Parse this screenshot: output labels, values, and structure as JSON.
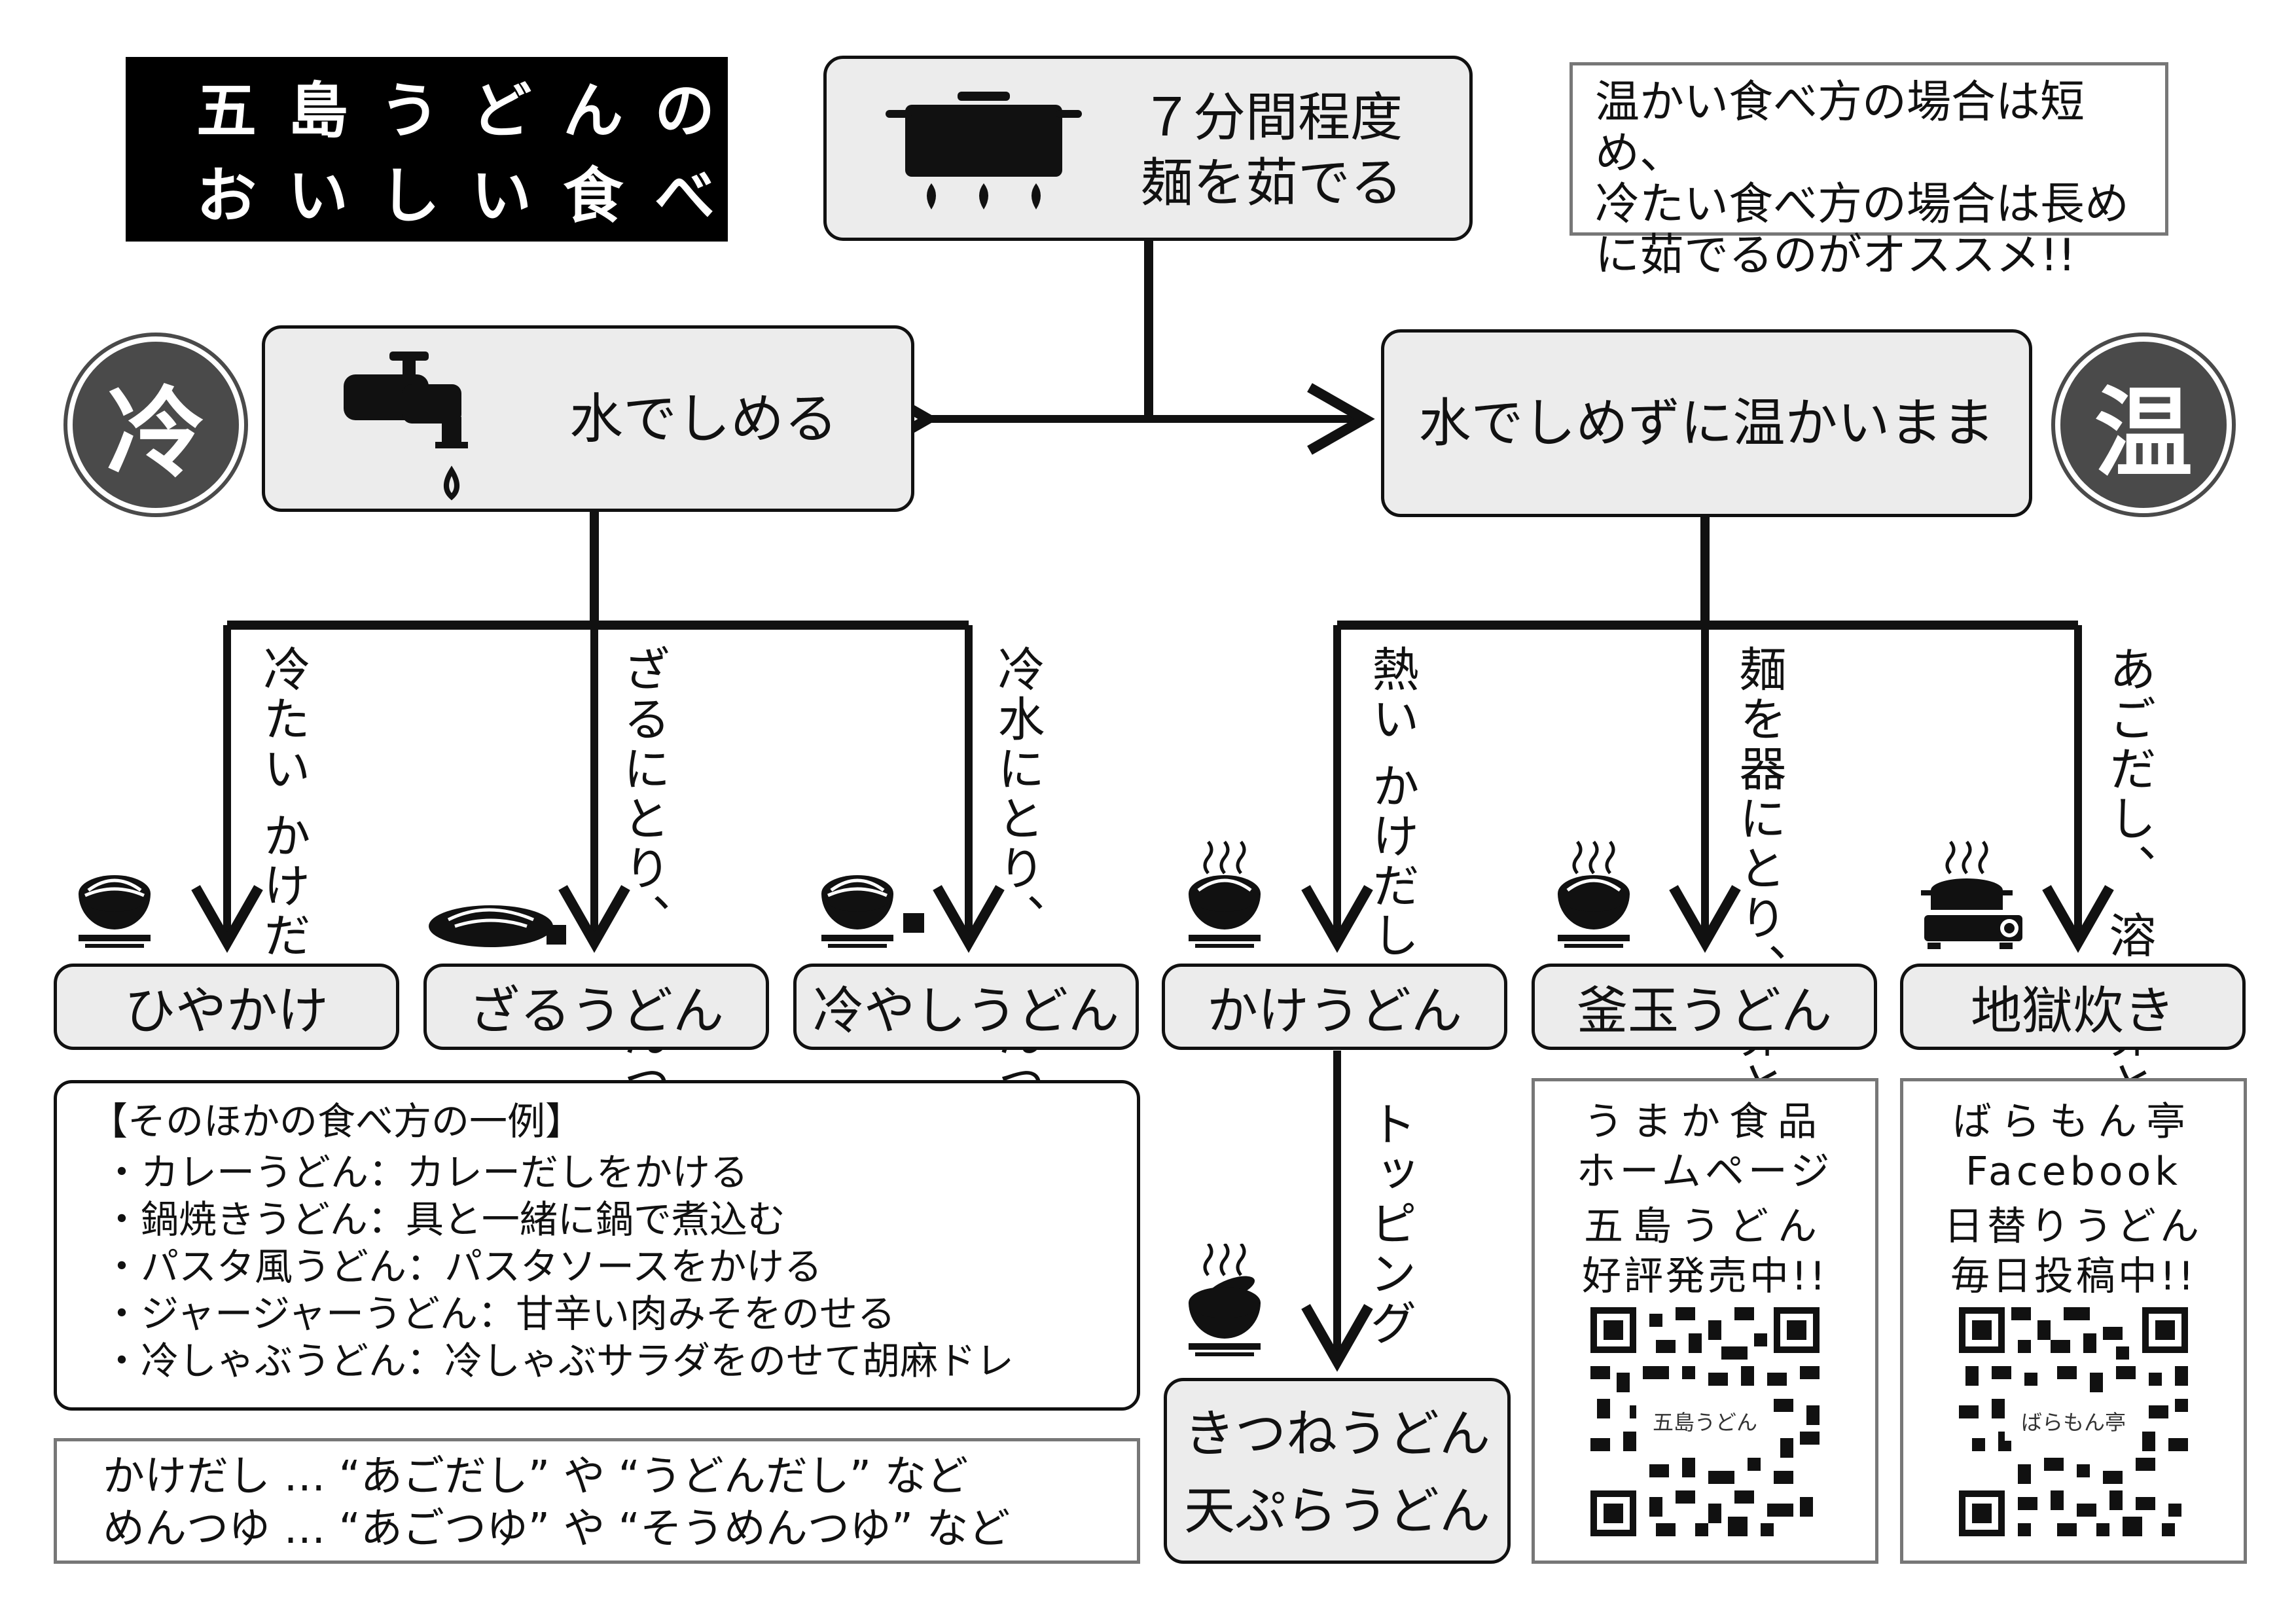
{
  "title": {
    "line1": "五 島 う ど ん の",
    "line2": "お い し い 食 べ 方"
  },
  "boil": {
    "line1": "７分間程度",
    "line2": "麺を茹でる"
  },
  "boil_note": {
    "line1": "温かい食べ方の場合は短め、",
    "line2": "冷たい食べ方の場合は長め",
    "line3": "に茹でるのがオススメ!!"
  },
  "cold_badge": "冷",
  "hot_badge": "温",
  "cold_branch": "水でしめる",
  "hot_branch": "水でしめずに温かいまま",
  "steps": {
    "hiya": "冷たい\nかけだし",
    "zaru": "ざるにとり、\nめんつゆで",
    "hiyashi": "冷水にとり、\nめんつゆで",
    "kake": "熱い\nかけだし",
    "kama": "麺を器にとり、\n卵と醤油で",
    "jigoku": "あごだし、\n溶き卵と醤油",
    "topping": "トッピング"
  },
  "dishes": {
    "hiyakake": "ひやかけ",
    "zaru": "ざるうどん",
    "hiyashi": "冷やしうどん",
    "kake": "かけうどん",
    "kamatama": "釜玉うどん",
    "jigoku": "地獄炊き",
    "kitsune": "きつねうどん",
    "tempura": "天ぷらうどん"
  },
  "other_ways": {
    "heading": "【そのほかの食べ方の一例】",
    "items": [
      "・カレーうどん：カレーだしをかける",
      "・鍋焼きうどん：具と一緒に鍋で煮込む",
      "・パスタ風うどん：パスタソースをかける",
      "・ジャージャーうどん：甘辛い肉みそをのせる",
      "・冷しゃぶうどん：冷しゃぶサラダをのせて胡麻ドレ"
    ]
  },
  "glossary": {
    "line1": "かけだし … “あごだし” や “うどんだし” など",
    "line2": "めんつゆ … “あごつゆ” や “そうめんつゆ” など"
  },
  "qr1": {
    "line1": "うまか食品",
    "line2": "ホームページ",
    "line3": "五島うどん",
    "line4": "好評発売中!!",
    "center_label": "五島うどん"
  },
  "qr2": {
    "line1": "ばらもん亭",
    "line2": "Facebook",
    "line3": "日替りうどん",
    "line4": "毎日投稿中!!",
    "center_label": "ばらもん亭"
  }
}
